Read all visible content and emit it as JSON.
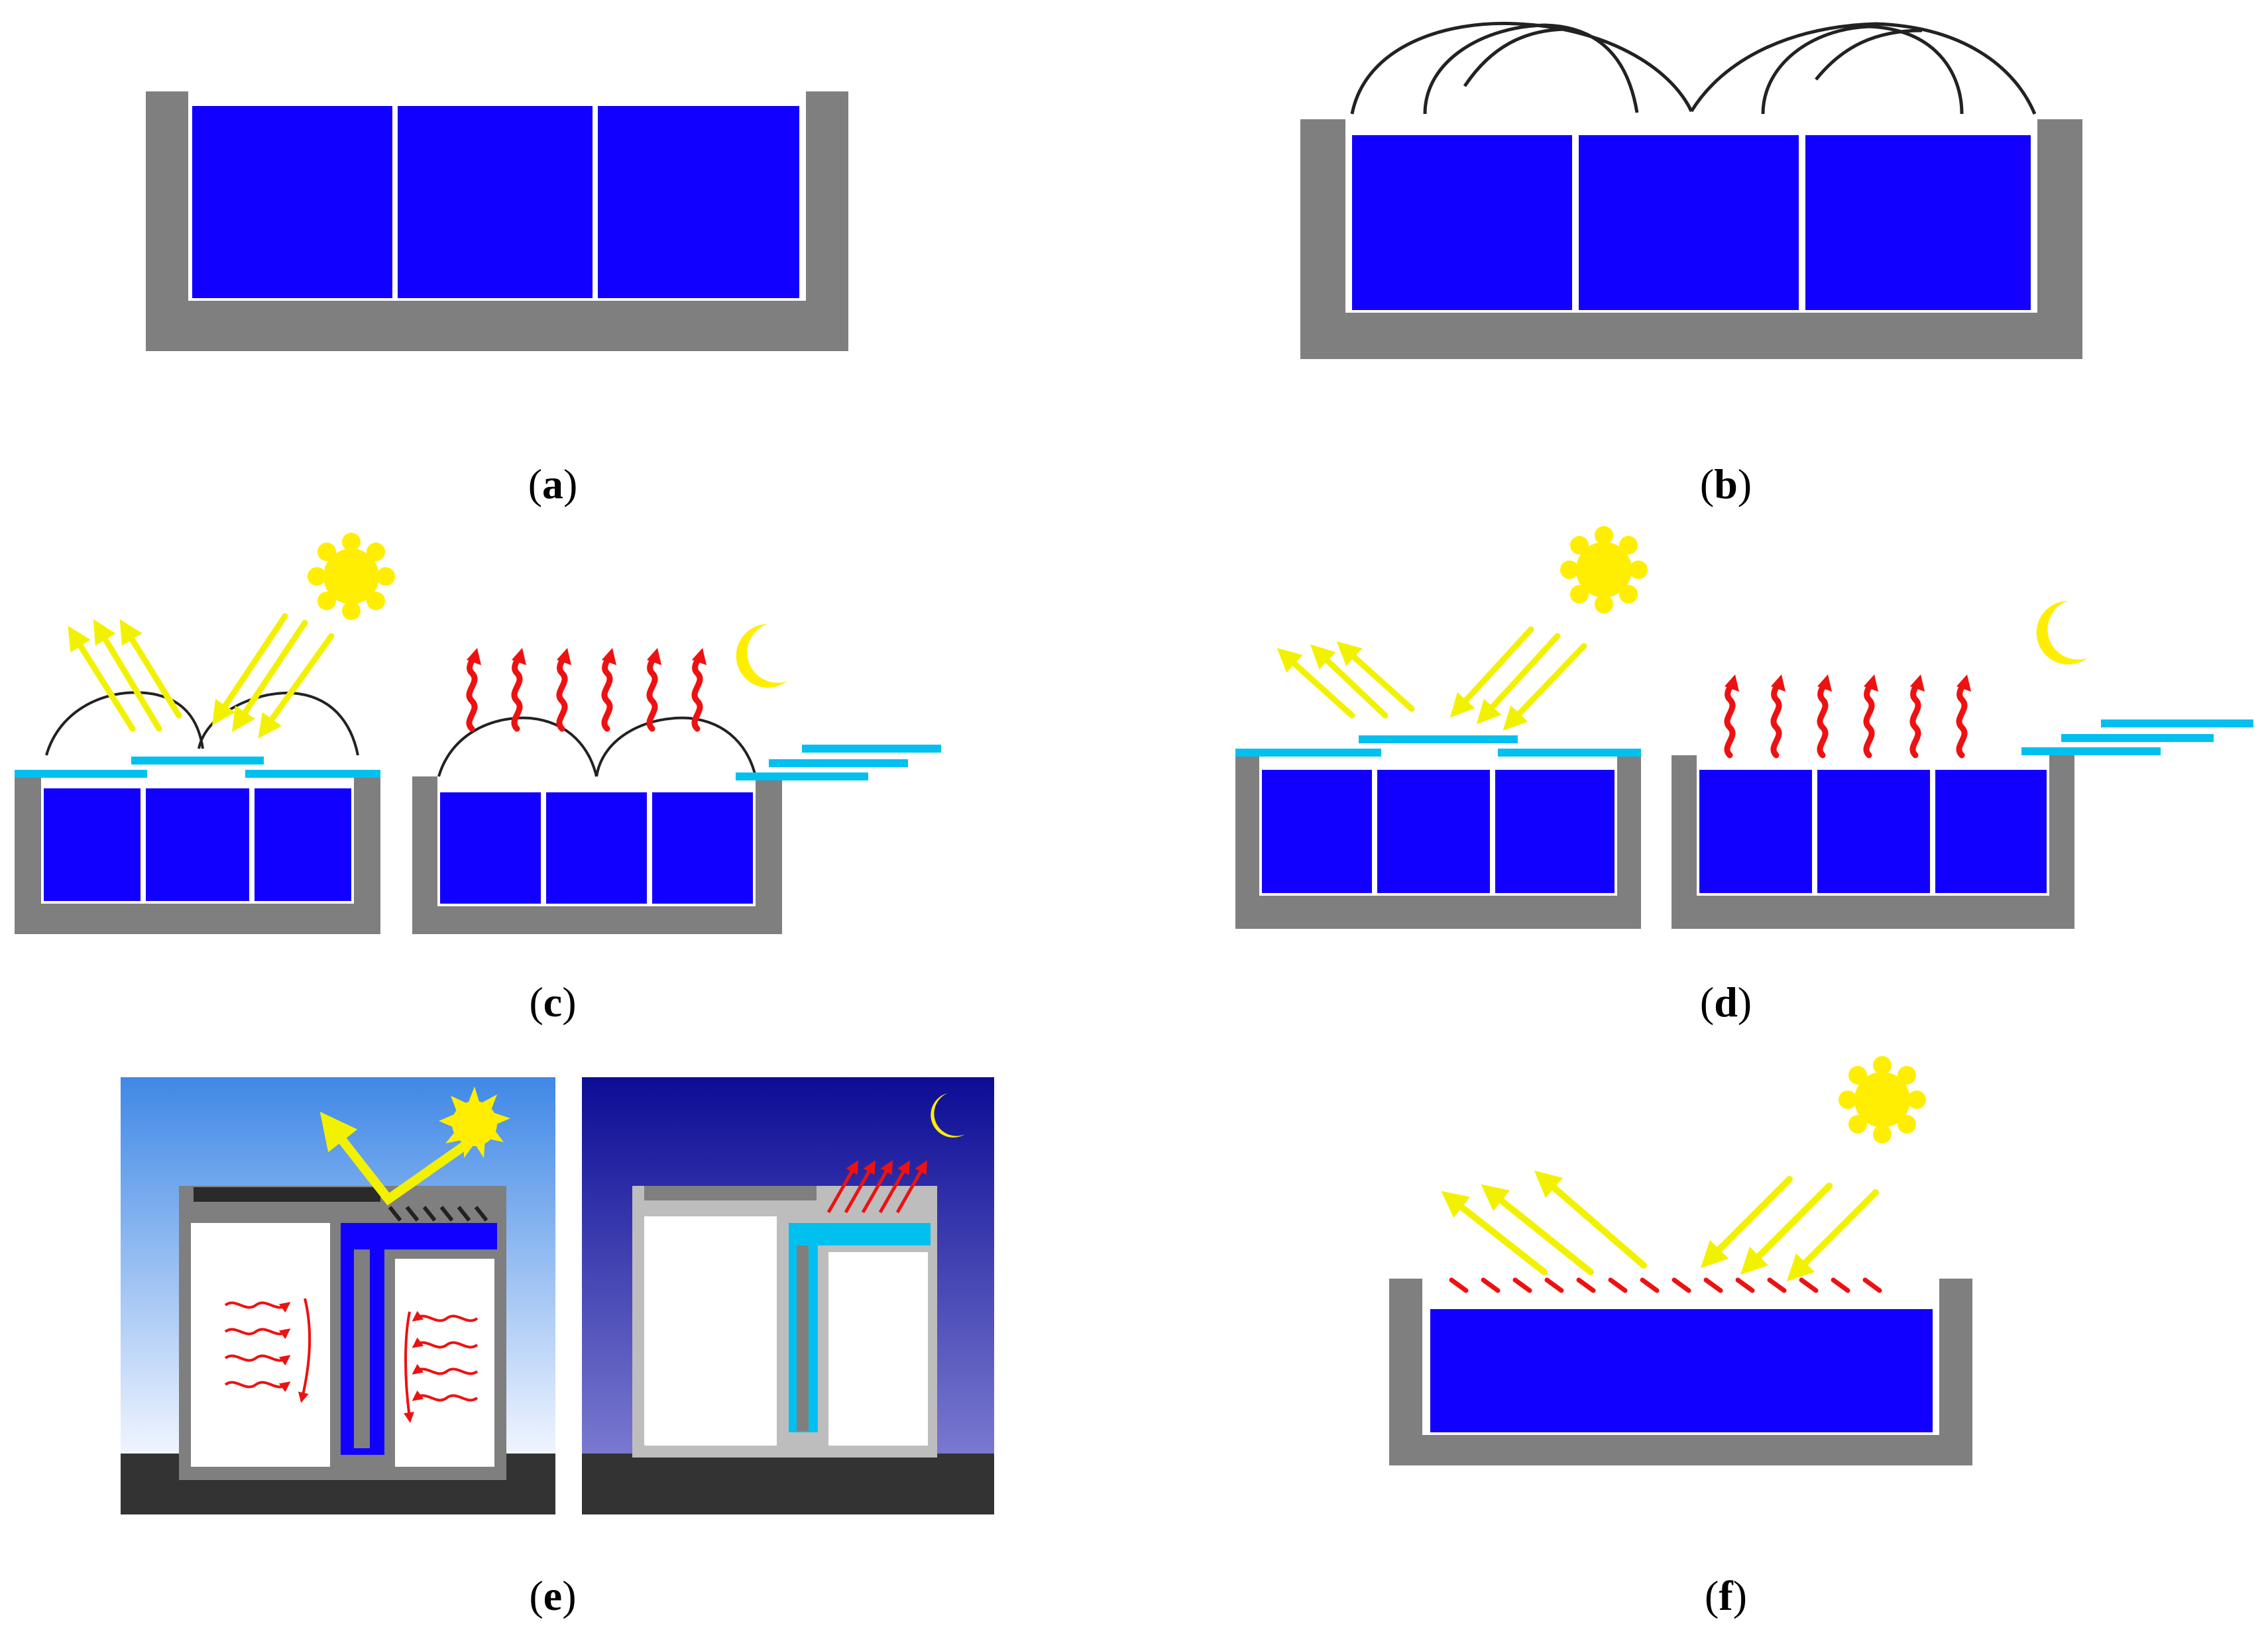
{
  "panels": [
    {
      "id": "a",
      "label": "a"
    },
    {
      "id": "b",
      "label": "b"
    },
    {
      "id": "c",
      "label": "c"
    },
    {
      "id": "d",
      "label": "d"
    },
    {
      "id": "e",
      "label": "e"
    },
    {
      "id": "f",
      "label": "f"
    }
  ],
  "colors": {
    "water": "#1100ff",
    "wall": "#7f7f7f",
    "cover": "#00c0f0",
    "sun": "#ffee00",
    "sun_ray": "#f2f200",
    "heat": "#ee1111",
    "arch": "#222222",
    "sky_day_top": "#3f88e6",
    "sky_day_bottom": "#f2f6ff",
    "sky_night_top": "#0c0c96",
    "sky_night_bottom": "#6f6fc8",
    "ground": "#333333",
    "shutter": "#2a2a2a"
  }
}
